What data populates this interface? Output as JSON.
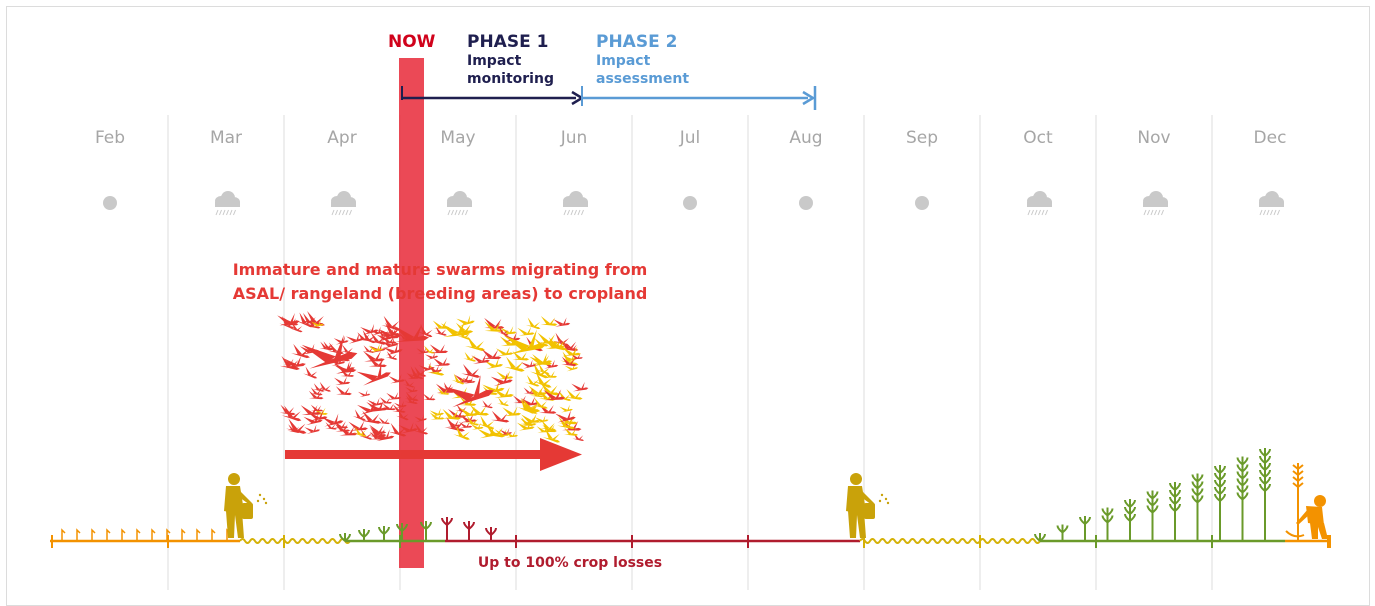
{
  "header": {
    "now_label": "NOW",
    "phase1_title": "PHASE 1",
    "phase1_subtitle": "Impact monitoring",
    "phase2_title": "PHASE 2",
    "phase2_subtitle": "Impact assessment"
  },
  "months": [
    {
      "name": "Feb",
      "weather": "dry"
    },
    {
      "name": "Mar",
      "weather": "rain"
    },
    {
      "name": "Apr",
      "weather": "rain"
    },
    {
      "name": "May",
      "weather": "rain"
    },
    {
      "name": "Jun",
      "weather": "rain"
    },
    {
      "name": "Jul",
      "weather": "dry"
    },
    {
      "name": "Aug",
      "weather": "dry"
    },
    {
      "name": "Sep",
      "weather": "dry"
    },
    {
      "name": "Oct",
      "weather": "rain"
    },
    {
      "name": "Nov",
      "weather": "rain"
    },
    {
      "name": "Dec",
      "weather": "rain"
    }
  ],
  "annotations": {
    "swarm_note": "Immature and mature swarms migrating from ASAL/ rangeland (breeding areas) to cropland",
    "losses_note": "Up to 100% crop losses"
  },
  "colors": {
    "now": "#e8303f",
    "phase1": "#1f1f4f",
    "phase2": "#5a9bd5",
    "swarm_red": "#e53935",
    "swarm_yellow": "#f2c200",
    "grid": "#dddddd",
    "month_text": "#a6a6a6",
    "weather_icon": "#c9c9c9",
    "dry_season": "#f39200",
    "sowing": "#d4b106",
    "growing": "#6a9a2a",
    "loss": "#b01c2e",
    "farmer": "#c9a20a",
    "harvester": "#f39200"
  }
}
